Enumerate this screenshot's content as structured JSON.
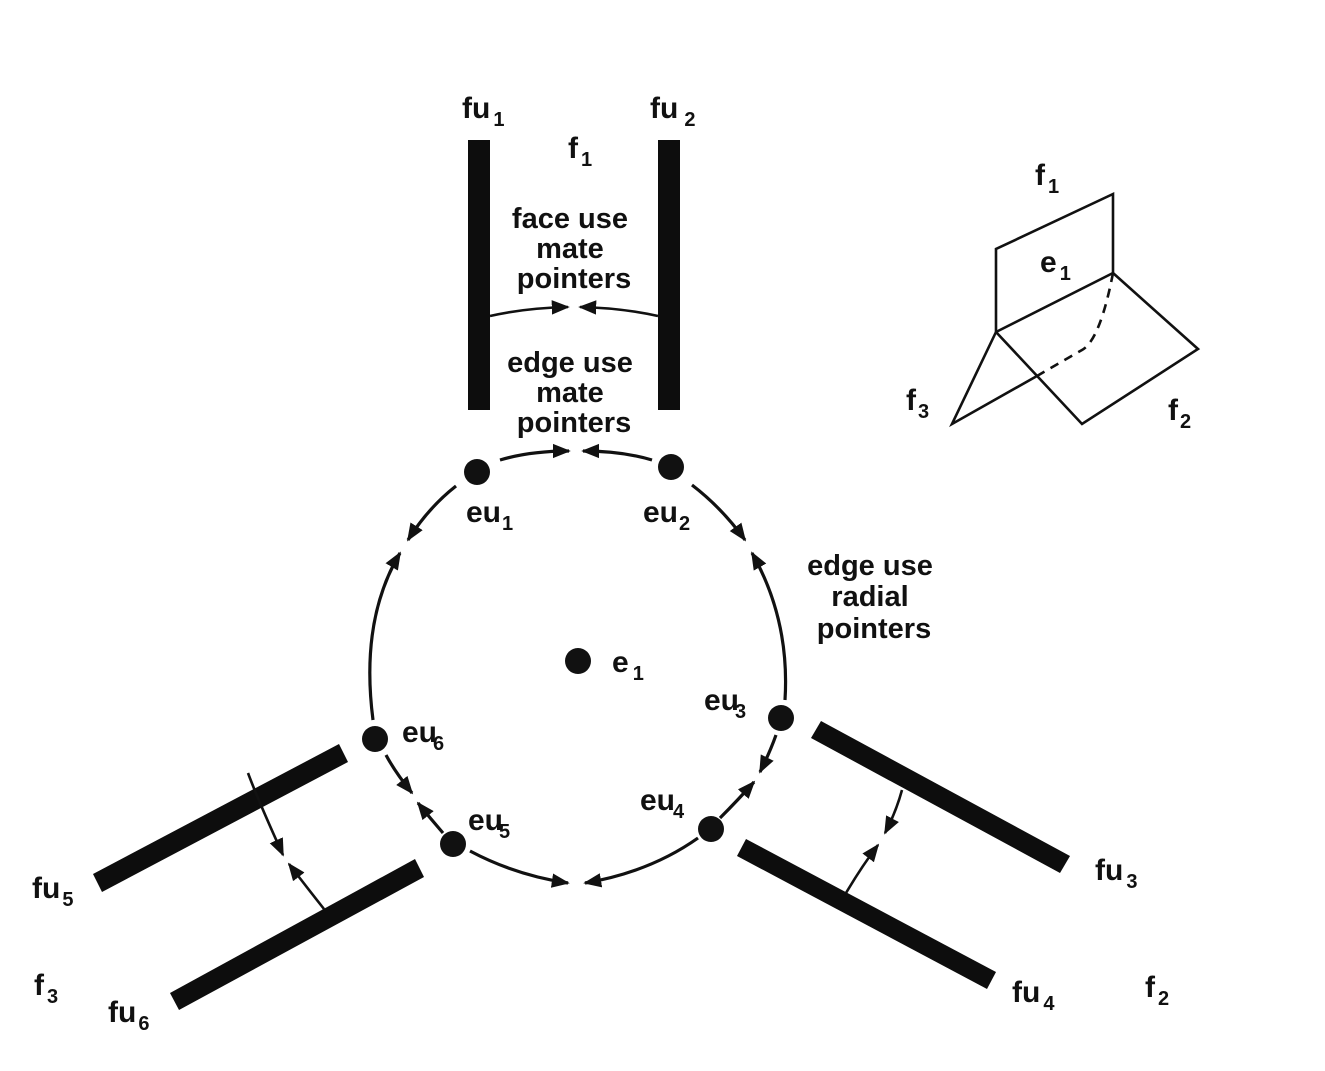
{
  "diagram": {
    "colors": {
      "ink": "#111111",
      "background": "#ffffff"
    },
    "face_uses": [
      {
        "id": "fu1",
        "base": "fu",
        "sub": "1"
      },
      {
        "id": "fu2",
        "base": "fu",
        "sub": "2"
      },
      {
        "id": "fu3",
        "base": "fu",
        "sub": "3"
      },
      {
        "id": "fu4",
        "base": "fu",
        "sub": "4"
      },
      {
        "id": "fu5",
        "base": "fu",
        "sub": "5"
      },
      {
        "id": "fu6",
        "base": "fu",
        "sub": "6"
      }
    ],
    "edge_uses": [
      {
        "id": "eu1",
        "base": "eu",
        "sub": "1"
      },
      {
        "id": "eu2",
        "base": "eu",
        "sub": "2"
      },
      {
        "id": "eu3",
        "base": "eu",
        "sub": "3"
      },
      {
        "id": "eu4",
        "base": "eu",
        "sub": "4"
      },
      {
        "id": "eu5",
        "base": "eu",
        "sub": "5"
      },
      {
        "id": "eu6",
        "base": "eu",
        "sub": "6"
      }
    ],
    "faces": [
      {
        "id": "f1",
        "base": "f",
        "sub": "1"
      },
      {
        "id": "f2",
        "base": "f",
        "sub": "2"
      },
      {
        "id": "f3",
        "base": "f",
        "sub": "3"
      }
    ],
    "edge": {
      "id": "e1",
      "base": "e",
      "sub": "1"
    },
    "annotations": {
      "face_use_mate": [
        "face use",
        "mate",
        "pointers"
      ],
      "edge_use_mate": [
        "edge use",
        "mate",
        "pointers"
      ],
      "edge_use_radial": [
        "edge use",
        "radial",
        "pointers"
      ]
    },
    "inset": {
      "faces": [
        {
          "id": "f1",
          "base": "f",
          "sub": "1"
        },
        {
          "id": "f2",
          "base": "f",
          "sub": "2"
        },
        {
          "id": "f3",
          "base": "f",
          "sub": "3"
        }
      ],
      "edge": {
        "id": "e1",
        "base": "e",
        "sub": "1"
      }
    }
  }
}
